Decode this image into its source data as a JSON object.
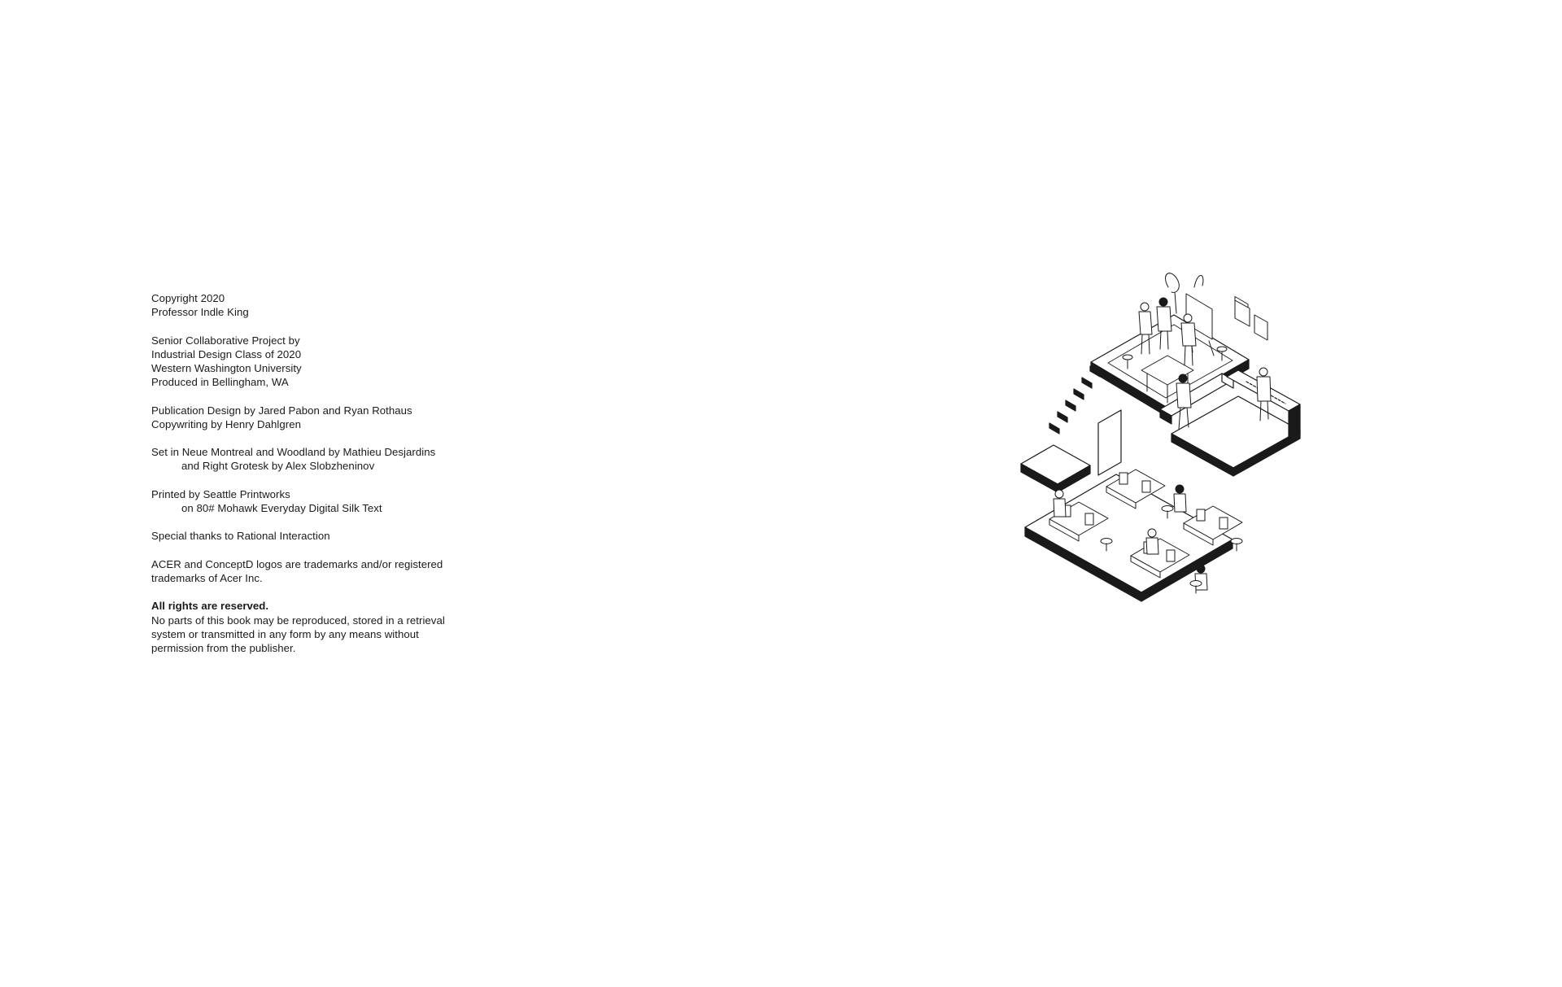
{
  "colophon": {
    "copyright": [
      "Copyright 2020",
      "Professor Indle King"
    ],
    "project": [
      "Senior Collaborative Project by",
      "Industrial Design Class of 2020",
      "Western Washington University",
      "Produced in Bellingham, WA"
    ],
    "design": [
      "Publication Design by Jared Pabon and Ryan Rothaus",
      "Copywriting by Henry Dahlgren"
    ],
    "typeset": {
      "line1": "Set in Neue Montreal and Woodland by Mathieu Desjardins",
      "line2": "and Right Grotesk by Alex Slobzheninov"
    },
    "printing": {
      "line1": "Printed by Seattle Printworks",
      "line2": "on 80# Mohawk Everyday Digital Silk Text"
    },
    "thanks": "Special thanks to Rational Interaction",
    "trademarks": [
      "ACER and ConceptD logos are trademarks and/or registered",
      "trademarks of Acer Inc."
    ],
    "rights": {
      "heading": "All rights are reserved.",
      "lines": [
        "No parts of this book may be reproduced, stored in a retrieval",
        "system or transmitted in any form by any means without",
        "permission from the publisher."
      ]
    }
  },
  "illustration": {
    "icon": "isometric-office-illustration",
    "line_color": "#1a1a1a",
    "fill_color": "#ffffff"
  }
}
